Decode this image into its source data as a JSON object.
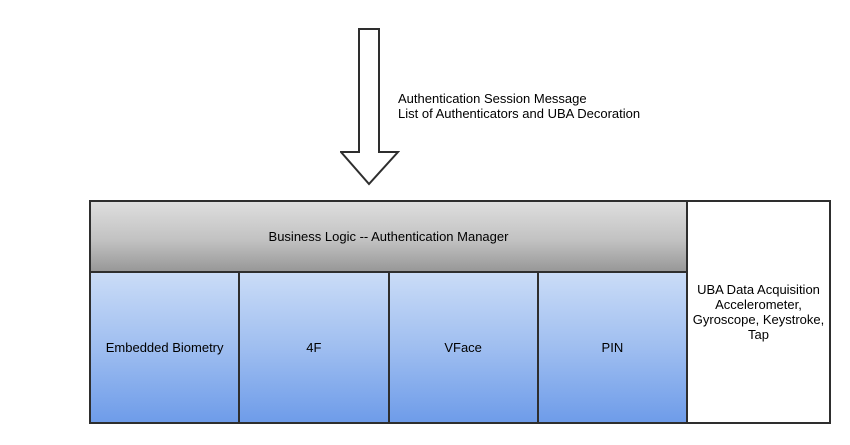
{
  "annotation": {
    "line1": "Authentication Session Message",
    "line2": "List of Authenticators and UBA Decoration"
  },
  "diagram": {
    "manager_label": "Business Logic -- Authentication Manager",
    "authenticators": [
      {
        "label": "Embedded Biometry"
      },
      {
        "label": "4F"
      },
      {
        "label": "VFace"
      },
      {
        "label": "PIN"
      }
    ],
    "uba_box": {
      "line1": "UBA Data Acquisition",
      "line2": "Accelerometer,",
      "line3": "Gyroscope, Keystroke,",
      "line4": "Tap"
    }
  },
  "colors": {
    "border": "#2e2e2e",
    "gray_gradient_top": "#dedede",
    "gray_gradient_bottom": "#989898",
    "blue_gradient_top": "#cadcf7",
    "blue_gradient_bottom": "#6e9ce9",
    "arrow_fill": "#ffffff",
    "background": "#ffffff"
  }
}
